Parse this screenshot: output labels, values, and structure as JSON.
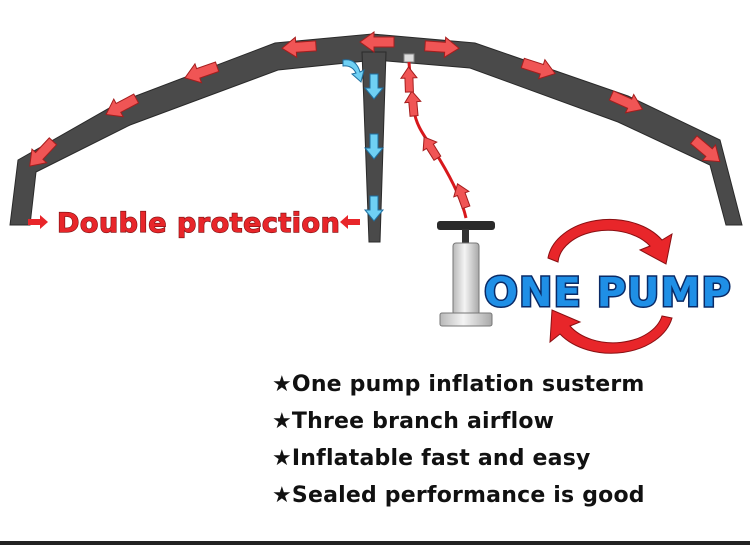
{
  "labels": {
    "double_protection": "Double protection",
    "one_pump": "ONE PUMP"
  },
  "features": [
    "★One pump inflation susterm",
    "★Three branch airflow",
    "★Inflatable fast and easy",
    "★Sealed performance is good"
  ],
  "icons": {
    "red_arrows": "arrow-icon",
    "blue_arrows": "arrow-down-icon",
    "pump": "hand-pump-icon",
    "cycle": "cycle-arrows-icon"
  },
  "colors": {
    "frame": "#4a4a4a",
    "red_arrow": "#f05555",
    "blue_arrow": "#6fd0f4",
    "one_pump_text": "#1f8fe6",
    "cycle_arrows": "#e8262a",
    "label_red": "#e8262a"
  }
}
